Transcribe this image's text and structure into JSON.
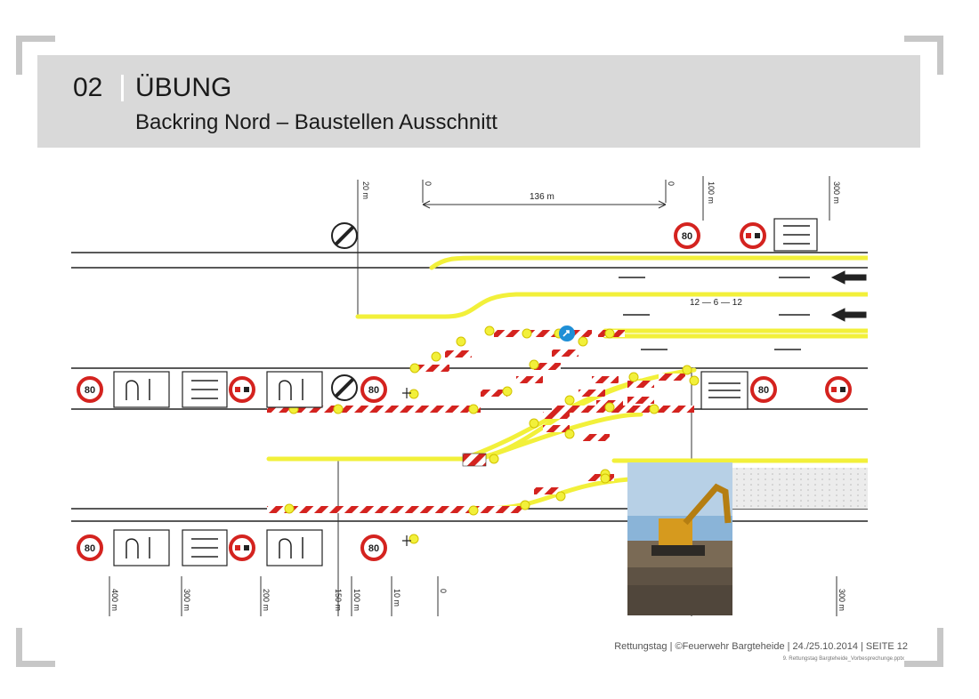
{
  "header": {
    "number": "02",
    "title": "ÜBUNG",
    "subtitle": "Backring Nord – Baustellen Ausschnitt"
  },
  "plan": {
    "dimension_label": "136 m",
    "lane_gap_label": "12 — 6 — 12",
    "speed_limit": "80",
    "distance_labels": [
      "20 m",
      "100 m",
      "300 m",
      "400 m",
      "300 m",
      "200 m",
      "150 m",
      "100 m",
      "10 m",
      "0",
      "300 m",
      "0",
      "0"
    ],
    "photo_icon": "excavator-photo"
  },
  "footer": {
    "line1": "Rettungstag | ©Feuerwehr Bargteheide | 24./25.10.2014 | SEITE  12",
    "line2": "9. Rettungstag Bargteheide_Vorbesprechunge.pptx"
  },
  "colors": {
    "header_bg": "#d9d9d9",
    "marking_yellow": "#f2f03a",
    "barrier_red": "#d4231f",
    "sign_red": "#d4231f"
  }
}
